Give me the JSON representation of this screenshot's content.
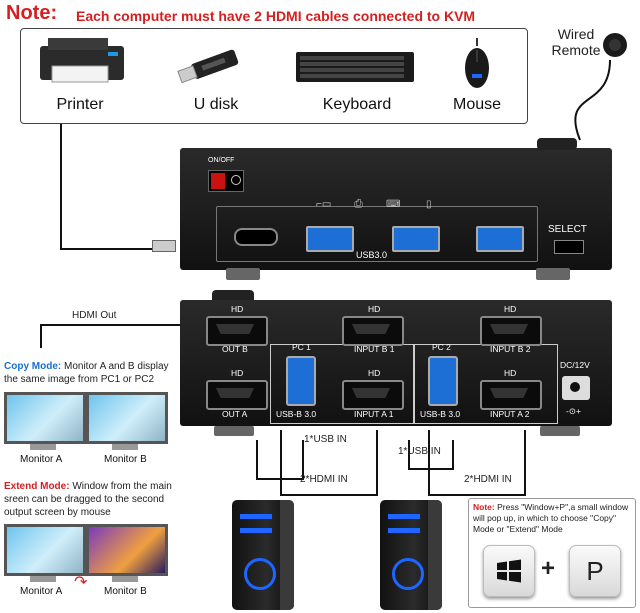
{
  "note": {
    "title": "Note:",
    "text": "Each computer must have 2 HDMI cables connected to KVM"
  },
  "peripherals": [
    {
      "label": "Printer",
      "icon": "printer-icon"
    },
    {
      "label": "U disk",
      "icon": "usb-drive-icon"
    },
    {
      "label": "Keyboard",
      "icon": "keyboard-icon"
    },
    {
      "label": "Mouse",
      "icon": "mouse-icon"
    }
  ],
  "wired_remote": {
    "line1": "Wired",
    "line2": "Remote"
  },
  "kvm_top": {
    "on_off": "ON/OFF",
    "usb_label": "USB3.0",
    "select_label": "SELECT"
  },
  "kvm_back": {
    "hd": "HD",
    "out_b": "OUT B",
    "out_a": "OUT A",
    "pc1": "PC 1",
    "pc2": "PC 2",
    "input_b1": "INPUT B 1",
    "input_a1": "INPUT A 1",
    "input_b2": "INPUT B 2",
    "input_a2": "INPUT A 2",
    "usbb": "USB-B 3.0",
    "dc": "DC/12V",
    "polarity": "-⊙+"
  },
  "hdmi_out": "HDMI Out",
  "copy_mode": {
    "title": "Copy Mode:",
    "text": "Monitor A and B display the same image from PC1 or PC2",
    "monitor_a": "Monitor A",
    "monitor_b": "Monitor B"
  },
  "extend_mode": {
    "title": "Extend Mode:",
    "text": "Window from the main sreen can be dragged to the second output screen by mouse",
    "monitor_a": "Monitor A",
    "monitor_b": "Monitor B"
  },
  "cables": {
    "usb_in_1": "1*USB  IN",
    "hdmi_in_1": "2*HDMI IN",
    "usb_in_2": "1*USB  IN",
    "hdmi_in_2": "2*HDMI IN"
  },
  "tip": {
    "title": "Note:",
    "text": "Press \"Window+P\",a small window will pop up, in which to choose \"Copy\" Mode or \"Extend\" Mode",
    "key_p": "P",
    "plus": "+"
  },
  "colors": {
    "accent_red": "#d42020",
    "usb_blue": "#1d6fd6",
    "kvm_body": "#1a1a1a"
  }
}
